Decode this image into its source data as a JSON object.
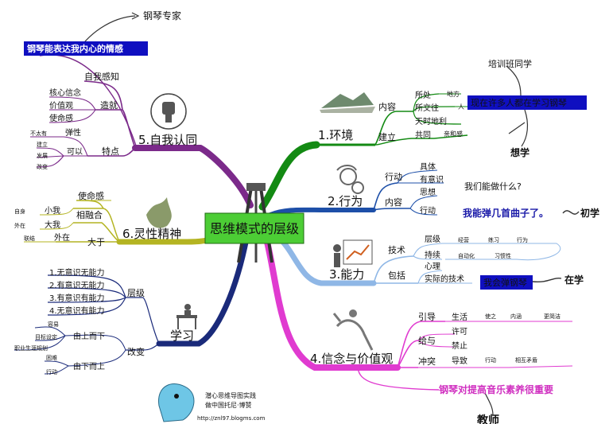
{
  "center": "思维模式的层级",
  "expert": {
    "label": "钢琴专家",
    "quote": "钢琴能表达我内心的情感"
  },
  "branches": {
    "env": {
      "title": "1.环境",
      "content": {
        "label": "内容",
        "items": [
          "所处",
          "所交往",
          "天时地利"
        ],
        "sub": [
          "地方",
          "人"
        ]
      },
      "build": {
        "label": "建立",
        "item": "共同",
        "sub": "亲和感"
      }
    },
    "behavior": {
      "title": "2.行为",
      "action": {
        "label": "行动",
        "items": [
          "具体",
          "有意识"
        ]
      },
      "content": {
        "label": "内容",
        "items": [
          "思想",
          "行动"
        ]
      }
    },
    "ability": {
      "title": "3.能力",
      "tech": {
        "label": "技术",
        "items": [
          "层级",
          "持续"
        ],
        "level_sub": [
          "经营",
          "练习",
          "行为"
        ],
        "cont_sub": [
          "自动化",
          "习惯性"
        ]
      },
      "include": {
        "label": "包括",
        "items": [
          "心理",
          "实际的技术"
        ]
      }
    },
    "belief": {
      "title": "4.信念与价值观",
      "guide": {
        "label": "引导",
        "item": "生活",
        "sub": [
          "使之",
          "内涵",
          "更简洁"
        ]
      },
      "give": {
        "label": "给与",
        "items": [
          "许可",
          "禁止"
        ]
      },
      "conflict": {
        "label": "冲突",
        "item": "导致",
        "sub": [
          "行动",
          "相互矛盾"
        ]
      },
      "note": "钢琴对提高音乐素养很重要",
      "teacher": "教师"
    },
    "identity": {
      "title": "5.自我认同",
      "self_know": "自我感知",
      "make": {
        "label": "造就",
        "items": [
          "核心信念",
          "价值观",
          "使命感"
        ]
      },
      "feature": {
        "label": "特点",
        "elastic": "弹性",
        "elastic_sub": "不太有",
        "can": "可以",
        "can_sub": [
          "建立",
          "发展",
          "改变"
        ]
      }
    },
    "spirit": {
      "title": "6.灵性精神",
      "mission": "使命感",
      "merge": {
        "label": "相融合",
        "items": [
          "小我",
          "大我"
        ],
        "sub": [
          "自身",
          "外在"
        ]
      },
      "greater": {
        "label": "大于",
        "item": "外在",
        "sub": "联结"
      }
    },
    "learn": {
      "title": "学习",
      "levels": {
        "label": "层级",
        "items": [
          "1.无意识无能力",
          "2.有意识无能力",
          "3.有意识有能力",
          "4.无意识有能力"
        ]
      },
      "change": {
        "label": "改变",
        "top_down": "由上而下",
        "top_down_sub": [
          "容易",
          "目标设定",
          "职业生涯规划"
        ],
        "bottom_up": "由下而上",
        "bottom_up_sub": [
          "困难",
          "行动"
        ]
      }
    }
  },
  "annotations": {
    "trainee": "培训班同学",
    "trainee_quote": "现在许多人都在学习钢琴",
    "want": "想学",
    "question": "我们能做什么?",
    "can_play": "我能弹几首曲子了。",
    "beginner": "初学",
    "can_play_piano": "我会弹钢琴",
    "studying": "在学"
  },
  "credit": {
    "line1": "潜心思维导图实践",
    "line2": "做中国托尼·博赞",
    "url": "http://znl97.blogms.com"
  },
  "colors": {
    "env": "#138a13",
    "behavior": "#1d4fa8",
    "ability": "#8fb7e6",
    "belief": "#e03bd0",
    "identity": "#7b2a8a",
    "spirit": "#b4b422",
    "learn": "#1a2a7a",
    "highlight_bg": "#0f0fc0"
  }
}
